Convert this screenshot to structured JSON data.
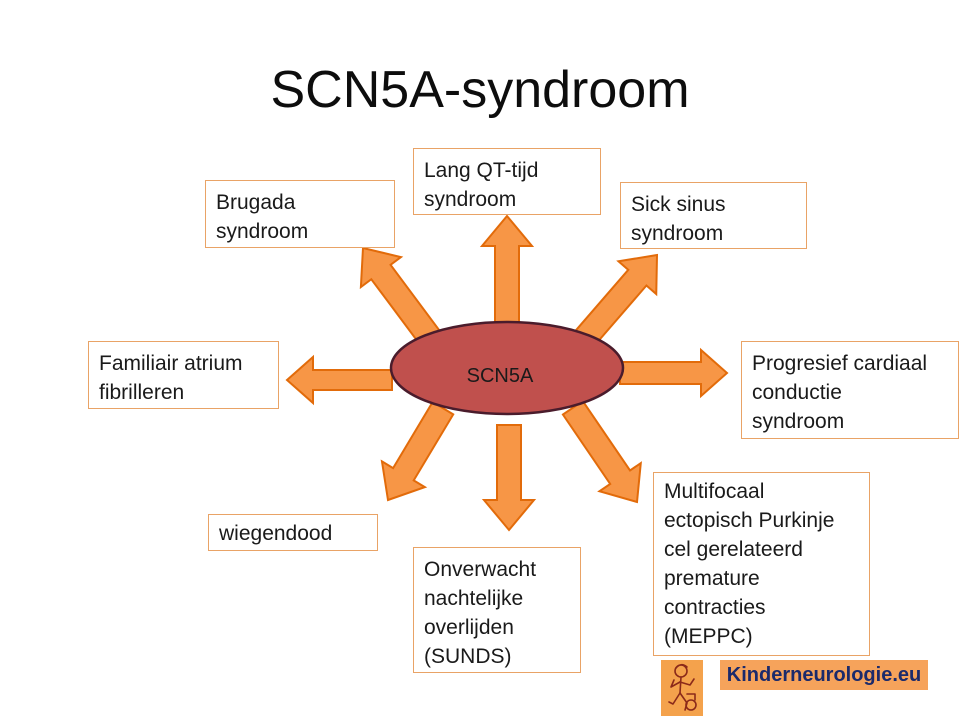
{
  "title": "SCN5A-syndroom",
  "center": {
    "label": "SCN5A"
  },
  "boxes": {
    "lang_qt": [
      "Lang QT-tijd",
      "syndroom"
    ],
    "brugada": [
      "Brugada",
      "syndroom"
    ],
    "sick_sinus": [
      "Sick sinus",
      "syndroom"
    ],
    "familiair": [
      "Familiair atrium",
      "fibrilleren"
    ],
    "progresief": [
      "Progresief cardiaal",
      "conductie",
      "syndroom"
    ],
    "wiegendood": [
      "wiegendood"
    ],
    "onverwacht": [
      "Onverwacht",
      "nachtelijke",
      "overlijden",
      "(SUNDS)"
    ],
    "meppc": [
      "Multifocaal",
      "ectopisch Purkinje",
      "cel gerelateerd",
      "premature",
      "contracties",
      "(MEPPC)"
    ]
  },
  "logo": {
    "text": "Kinderneurologie.eu",
    "icon": "child-figure-icon"
  },
  "colors": {
    "arrow_fill": "#f79646",
    "arrow_stroke": "#e26b0a",
    "ellipse_fill": "#c0504d",
    "ellipse_stroke": "#4a1c2c",
    "box_border": "#e9a366",
    "logo_fill": "#f6a35b",
    "logo_text": "#1b2a6b"
  }
}
